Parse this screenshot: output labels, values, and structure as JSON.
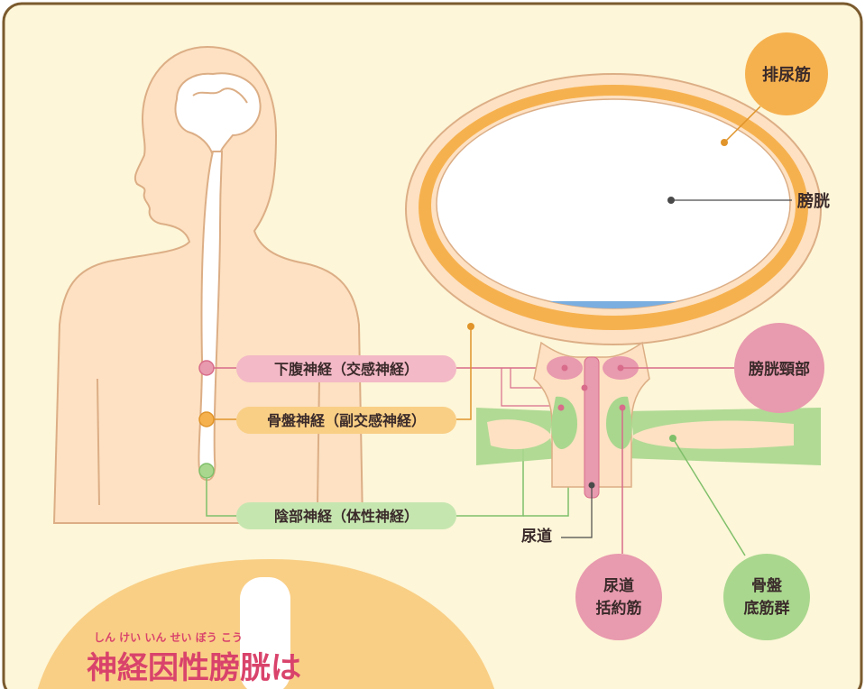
{
  "title": {
    "main": "神経因性膀胱は",
    "ruby": "しん けい いん せい ぼう こう"
  },
  "nerves": {
    "hypogastric": "下腹神経（交感神経）",
    "pelvic": "骨盤神経（副交感神経）",
    "pudendal": "陰部神経（体性神経）"
  },
  "labels": {
    "detrusor": "排尿筋",
    "bladder": "膀胱",
    "bladder_neck": "膀胱頸部",
    "urethra": "尿道",
    "urethral_sphincter_1": "尿道",
    "urethral_sphincter_2": "括約筋",
    "pelvic_floor_1": "骨盤",
    "pelvic_floor_2": "底筋群"
  },
  "colors": {
    "background": "#fdf6d8",
    "frame_border": "#7a5a2e",
    "body": "#fde1c2",
    "body_outline": "#dcae86",
    "detrusor": "#f6b14f",
    "urine": "#7aaee0",
    "pink": "#e89aae",
    "pink_dark": "#d86c8a",
    "green": "#a9d78e",
    "green_dark": "#7fbf6a",
    "title": "#d9436b"
  }
}
